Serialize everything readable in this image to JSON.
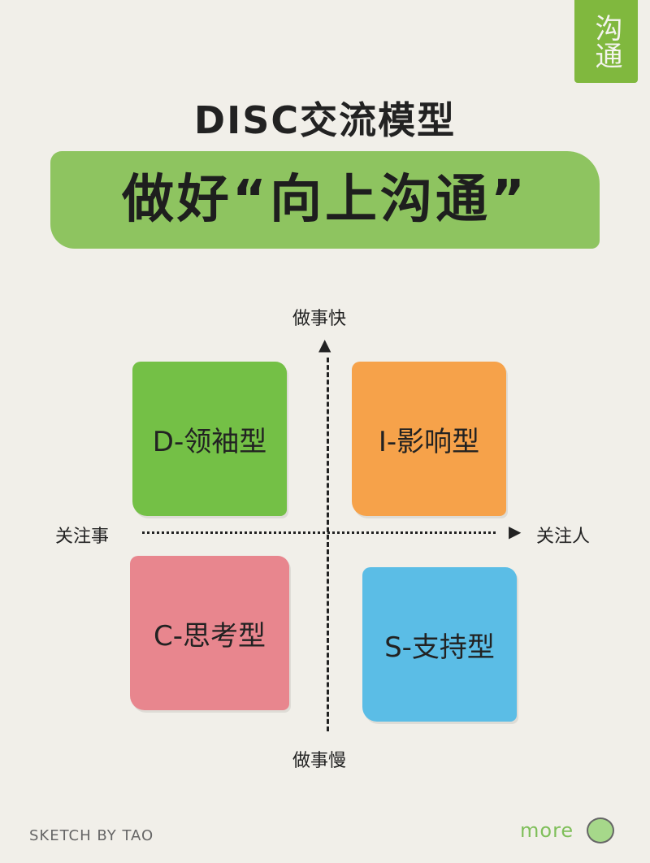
{
  "corner_tag": "沟通",
  "title": "DISC交流模型",
  "subtitle": "做好“向上沟通”",
  "axes": {
    "top": "做事快",
    "bottom": "做事慢",
    "left": "关注事",
    "right": "关注人"
  },
  "quadrants": [
    {
      "label": "D-领袖型",
      "color": "#74c046"
    },
    {
      "label": "I-影响型",
      "color": "#f6a24a"
    },
    {
      "label": "C-思考型",
      "color": "#e8868e"
    },
    {
      "label": "S-支持型",
      "color": "#5bbde6"
    }
  ],
  "footer": {
    "credit": "SKETCH BY TAO",
    "more": "more"
  }
}
